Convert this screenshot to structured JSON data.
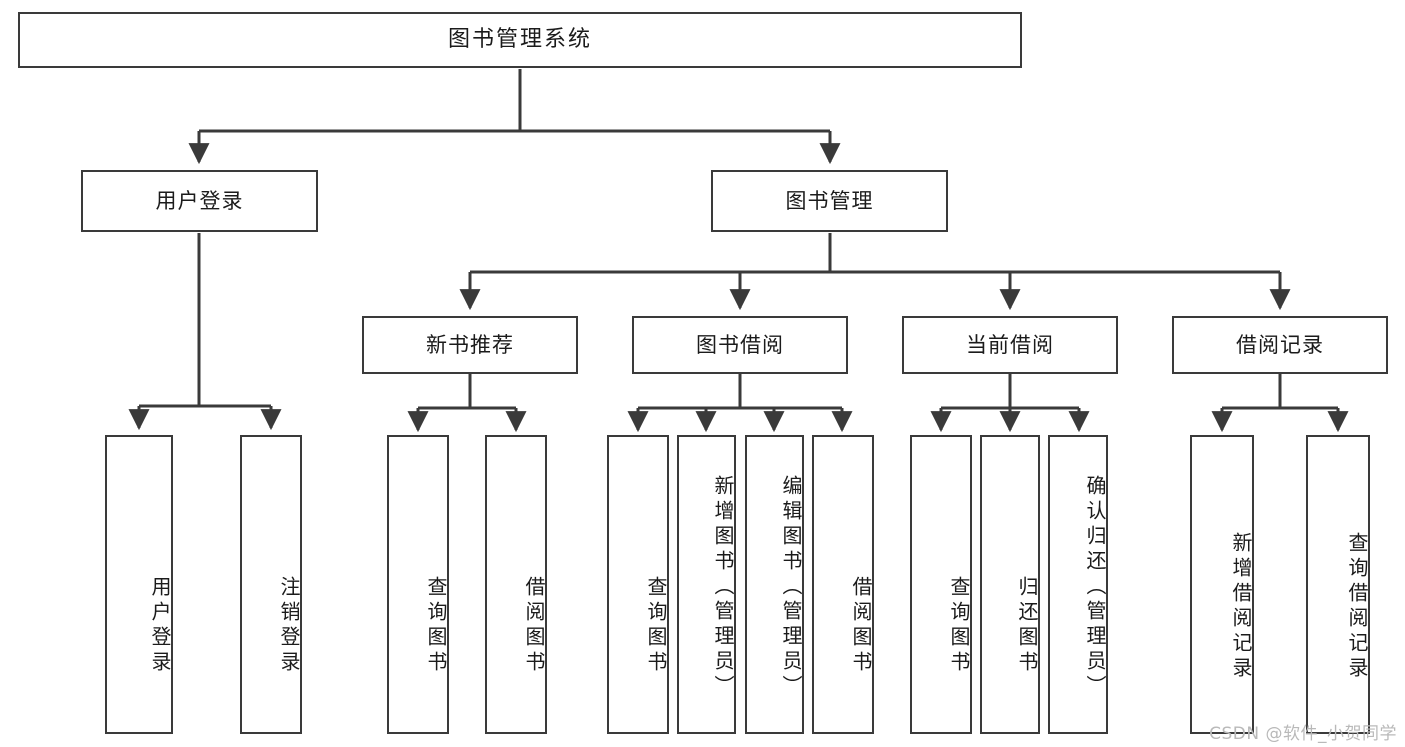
{
  "diagram": {
    "type": "tree-hierarchy-chart",
    "title": "图书管理系统",
    "stroke_color": "#3a3a3a",
    "fill_color": "#ffffff",
    "text_color": "#1b1b1b",
    "root": {
      "id": "root",
      "label": "图书管理系统",
      "orientation": "horizontal"
    },
    "level2": [
      {
        "id": "user-login",
        "label": "用户登录",
        "orientation": "horizontal"
      },
      {
        "id": "book-management",
        "label": "图书管理",
        "orientation": "horizontal"
      }
    ],
    "level3": [
      {
        "id": "new-book-recommend",
        "label": "新书推荐",
        "orientation": "horizontal",
        "parent": "book-management"
      },
      {
        "id": "book-borrow",
        "label": "图书借阅",
        "orientation": "horizontal",
        "parent": "book-management"
      },
      {
        "id": "current-borrow",
        "label": "当前借阅",
        "orientation": "horizontal",
        "parent": "book-management"
      },
      {
        "id": "borrow-record",
        "label": "借阅记录",
        "orientation": "horizontal",
        "parent": "book-management"
      }
    ],
    "leaves": [
      {
        "id": "leaf-user-login",
        "label": "用户登录",
        "orientation": "vertical",
        "parent": "user-login"
      },
      {
        "id": "leaf-logout-login",
        "label": "注销登录",
        "orientation": "vertical",
        "parent": "user-login"
      },
      {
        "id": "leaf-query-book-1",
        "label": "查询图书",
        "orientation": "vertical",
        "parent": "new-book-recommend"
      },
      {
        "id": "leaf-borrow-book-1",
        "label": "借阅图书",
        "orientation": "vertical",
        "parent": "new-book-recommend"
      },
      {
        "id": "leaf-query-book-2",
        "label": "查询图书",
        "orientation": "vertical",
        "parent": "book-borrow"
      },
      {
        "id": "leaf-add-book",
        "label": "新增图书（管理员）",
        "orientation": "vertical",
        "parent": "book-borrow"
      },
      {
        "id": "leaf-edit-book",
        "label": "编辑图书（管理员）",
        "orientation": "vertical",
        "parent": "book-borrow"
      },
      {
        "id": "leaf-borrow-book-2",
        "label": "借阅图书",
        "orientation": "vertical",
        "parent": "book-borrow"
      },
      {
        "id": "leaf-query-book-3",
        "label": "查询图书",
        "orientation": "vertical",
        "parent": "current-borrow"
      },
      {
        "id": "leaf-return-book",
        "label": "归还图书",
        "orientation": "vertical",
        "parent": "current-borrow"
      },
      {
        "id": "leaf-confirm-return",
        "label": "确认归还（管理员）",
        "orientation": "vertical",
        "parent": "current-borrow"
      },
      {
        "id": "leaf-add-record",
        "label": "新增借阅记录",
        "orientation": "vertical",
        "parent": "borrow-record"
      },
      {
        "id": "leaf-query-record",
        "label": "查询借阅记录",
        "orientation": "vertical",
        "parent": "borrow-record"
      }
    ]
  },
  "watermark": {
    "text": "CSDN @软件_小贺同学"
  }
}
